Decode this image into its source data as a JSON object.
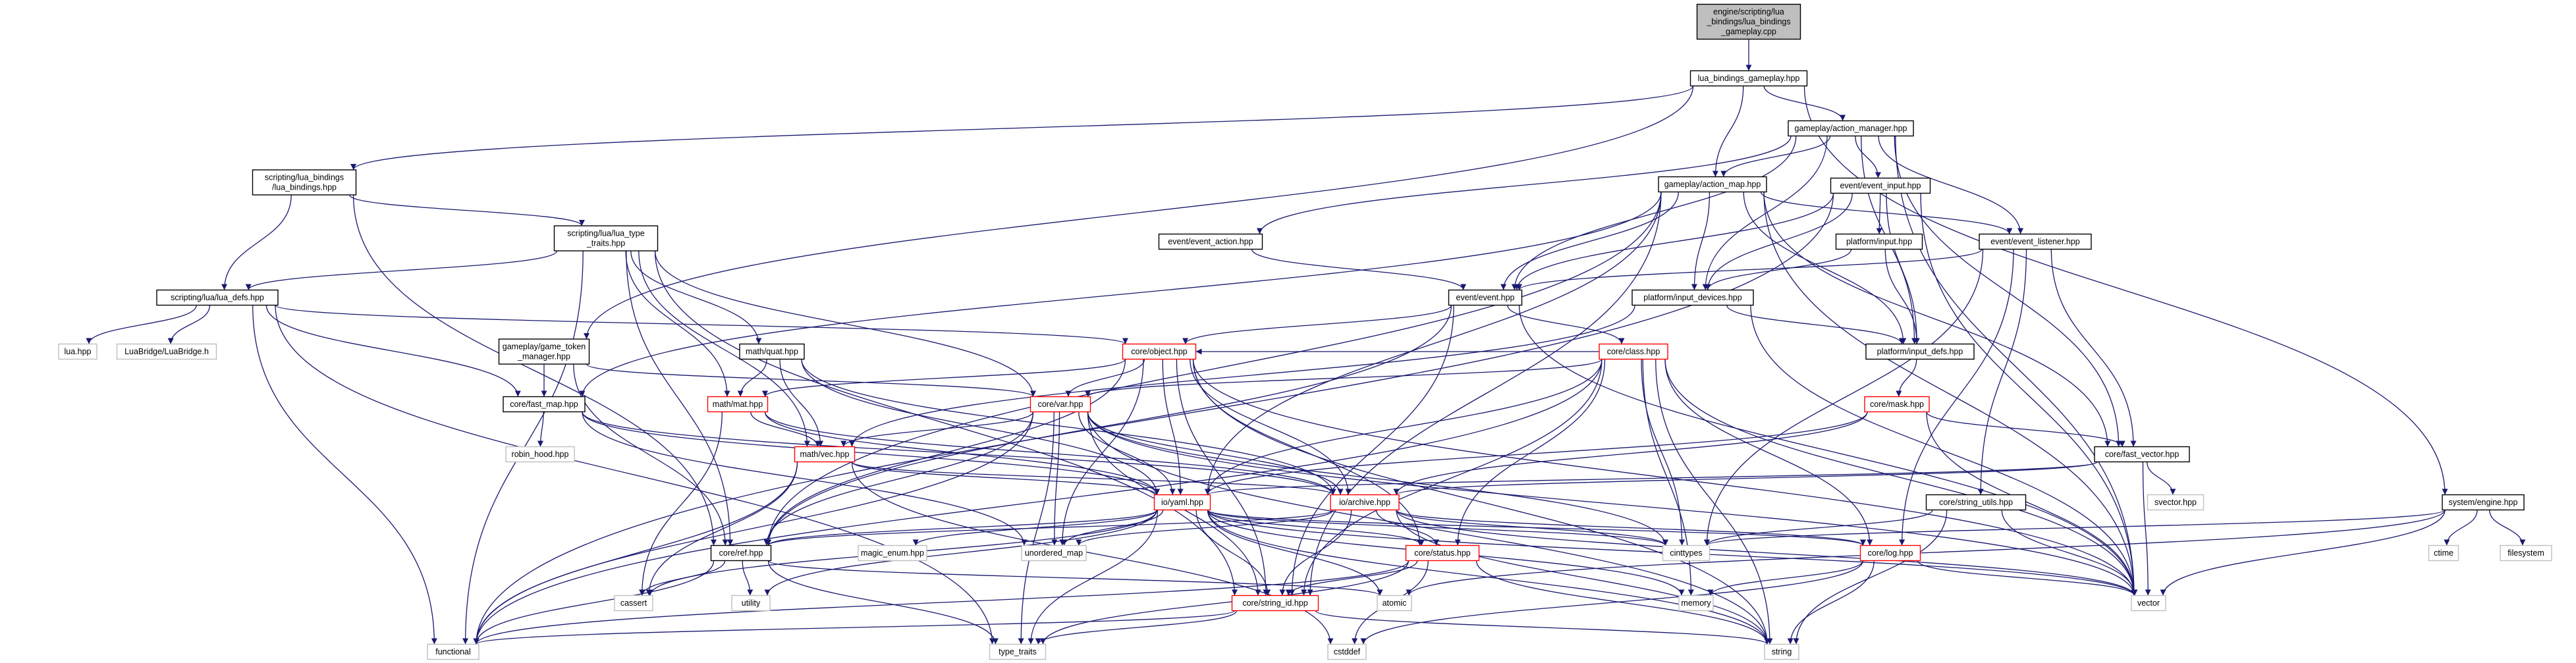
{
  "colors": {
    "edge": "#191970",
    "normal_border": "#000000",
    "truncated_border": "#ff0000",
    "external_border": "#bfbfbf",
    "root_fill": "#bfbfbf",
    "fill": "#ffffff"
  },
  "nodes": [
    {
      "id": "root",
      "lines": [
        "engine/scripting/lua",
        "_bindings/lua_bindings",
        "_gameplay.cpp"
      ],
      "kind": "root"
    },
    {
      "id": "lbg",
      "lines": [
        "lua_bindings_gameplay.hpp"
      ],
      "kind": "normal"
    },
    {
      "id": "am",
      "lines": [
        "gameplay/action_manager.hpp"
      ],
      "kind": "normal"
    },
    {
      "id": "slb",
      "lines": [
        "scripting/lua_bindings",
        "/lua_bindings.hpp"
      ],
      "kind": "normal"
    },
    {
      "id": "sltt",
      "lines": [
        "scripting/lua/lua_type",
        "_traits.hpp"
      ],
      "kind": "normal"
    },
    {
      "id": "amap",
      "lines": [
        "gameplay/action_map.hpp"
      ],
      "kind": "normal"
    },
    {
      "id": "eei",
      "lines": [
        "event/event_input.hpp"
      ],
      "kind": "normal"
    },
    {
      "id": "eea",
      "lines": [
        "event/event_action.hpp"
      ],
      "kind": "normal"
    },
    {
      "id": "pi",
      "lines": [
        "platform/input.hpp"
      ],
      "kind": "normal"
    },
    {
      "id": "eel",
      "lines": [
        "event/event_listener.hpp"
      ],
      "kind": "normal"
    },
    {
      "id": "sld",
      "lines": [
        "scripting/lua/lua_defs.hpp"
      ],
      "kind": "normal"
    },
    {
      "id": "ee",
      "lines": [
        "event/event.hpp"
      ],
      "kind": "normal"
    },
    {
      "id": "pid",
      "lines": [
        "platform/input_devices.hpp"
      ],
      "kind": "normal"
    },
    {
      "id": "luah",
      "lines": [
        "lua.hpp"
      ],
      "kind": "external"
    },
    {
      "id": "lbh",
      "lines": [
        "LuaBridge/LuaBridge.h"
      ],
      "kind": "external"
    },
    {
      "id": "gtm",
      "lines": [
        "gameplay/game_token",
        "_manager.hpp"
      ],
      "kind": "normal"
    },
    {
      "id": "mq",
      "lines": [
        "math/quat.hpp"
      ],
      "kind": "normal"
    },
    {
      "id": "co",
      "lines": [
        "core/object.hpp"
      ],
      "kind": "truncated"
    },
    {
      "id": "cc",
      "lines": [
        "core/class.hpp"
      ],
      "kind": "truncated"
    },
    {
      "id": "pidef",
      "lines": [
        "platform/input_defs.hpp"
      ],
      "kind": "normal"
    },
    {
      "id": "ctm",
      "lines": [
        "core/fast_map.hpp"
      ],
      "kind": "normal"
    },
    {
      "id": "mm",
      "lines": [
        "math/mat.hpp"
      ],
      "kind": "truncated"
    },
    {
      "id": "cv",
      "lines": [
        "core/var.hpp"
      ],
      "kind": "truncated"
    },
    {
      "id": "cm",
      "lines": [
        "core/mask.hpp"
      ],
      "kind": "truncated"
    },
    {
      "id": "rh",
      "lines": [
        "robin_hood.hpp"
      ],
      "kind": "external"
    },
    {
      "id": "mv",
      "lines": [
        "math/vec.hpp"
      ],
      "kind": "truncated"
    },
    {
      "id": "cfv",
      "lines": [
        "core/fast_vector.hpp"
      ],
      "kind": "normal"
    },
    {
      "id": "sv",
      "lines": [
        "svector.hpp"
      ],
      "kind": "external"
    },
    {
      "id": "csu",
      "lines": [
        "core/string_utils.hpp"
      ],
      "kind": "normal"
    },
    {
      "id": "se",
      "lines": [
        "system/engine.hpp"
      ],
      "kind": "normal"
    },
    {
      "id": "iy",
      "lines": [
        "io/yaml.hpp"
      ],
      "kind": "truncated"
    },
    {
      "id": "ia",
      "lines": [
        "io/archive.hpp"
      ],
      "kind": "truncated"
    },
    {
      "id": "cr",
      "lines": [
        "core/ref.hpp"
      ],
      "kind": "normal"
    },
    {
      "id": "me",
      "lines": [
        "magic_enum.hpp"
      ],
      "kind": "external"
    },
    {
      "id": "um",
      "lines": [
        "unordered_map"
      ],
      "kind": "external"
    },
    {
      "id": "cs",
      "lines": [
        "core/status.hpp"
      ],
      "kind": "truncated"
    },
    {
      "id": "cint",
      "lines": [
        "cinttypes"
      ],
      "kind": "external"
    },
    {
      "id": "cl",
      "lines": [
        "core/log.hpp"
      ],
      "kind": "truncated"
    },
    {
      "id": "ctime",
      "lines": [
        "ctime"
      ],
      "kind": "external"
    },
    {
      "id": "fs",
      "lines": [
        "filesystem"
      ],
      "kind": "external"
    },
    {
      "id": "ca",
      "lines": [
        "cassert"
      ],
      "kind": "external"
    },
    {
      "id": "ut",
      "lines": [
        "utility"
      ],
      "kind": "external"
    },
    {
      "id": "csid",
      "lines": [
        "core/string_id.hpp"
      ],
      "kind": "truncated"
    },
    {
      "id": "at",
      "lines": [
        "atomic"
      ],
      "kind": "external"
    },
    {
      "id": "mem",
      "lines": [
        "memory"
      ],
      "kind": "external"
    },
    {
      "id": "vec",
      "lines": [
        "vector"
      ],
      "kind": "external"
    },
    {
      "id": "fn",
      "lines": [
        "functional"
      ],
      "kind": "external"
    },
    {
      "id": "tt",
      "lines": [
        "type_traits"
      ],
      "kind": "external"
    },
    {
      "id": "cstd",
      "lines": [
        "cstddef"
      ],
      "kind": "external"
    },
    {
      "id": "str",
      "lines": [
        "string"
      ],
      "kind": "external"
    }
  ],
  "edges": [
    [
      "root",
      "lbg"
    ],
    [
      "lbg",
      "am"
    ],
    [
      "lbg",
      "slb"
    ],
    [
      "lbg",
      "amap"
    ],
    [
      "lbg",
      "gtm"
    ],
    [
      "lbg",
      "se"
    ],
    [
      "am",
      "amap"
    ],
    [
      "am",
      "eei"
    ],
    [
      "am",
      "eea"
    ],
    [
      "am",
      "eel"
    ],
    [
      "am",
      "ee"
    ],
    [
      "am",
      "pid"
    ],
    [
      "am",
      "pidef"
    ],
    [
      "am",
      "cfv"
    ],
    [
      "am",
      "vec"
    ],
    [
      "slb",
      "sltt"
    ],
    [
      "slb",
      "sld"
    ],
    [
      "slb",
      "cr"
    ],
    [
      "sltt",
      "sld"
    ],
    [
      "sltt",
      "mq"
    ],
    [
      "sltt",
      "mm"
    ],
    [
      "sltt",
      "mv"
    ],
    [
      "sltt",
      "cv"
    ],
    [
      "sltt",
      "cr"
    ],
    [
      "sltt",
      "fn"
    ],
    [
      "sltt",
      "csid"
    ],
    [
      "amap",
      "ee"
    ],
    [
      "amap",
      "pid"
    ],
    [
      "amap",
      "pidef"
    ],
    [
      "amap",
      "eel"
    ],
    [
      "amap",
      "iy"
    ],
    [
      "amap",
      "csid"
    ],
    [
      "amap",
      "ctm"
    ],
    [
      "amap",
      "cr"
    ],
    [
      "amap",
      "cfv"
    ],
    [
      "amap",
      "vec"
    ],
    [
      "eei",
      "pi"
    ],
    [
      "eei",
      "pid"
    ],
    [
      "eei",
      "pidef"
    ],
    [
      "eei",
      "ee"
    ],
    [
      "eei",
      "vec"
    ],
    [
      "eei",
      "fn"
    ],
    [
      "eea",
      "ee"
    ],
    [
      "pi",
      "pid"
    ],
    [
      "pi",
      "pidef"
    ],
    [
      "eel",
      "ee"
    ],
    [
      "eel",
      "cfv"
    ],
    [
      "eel",
      "csu"
    ],
    [
      "eel",
      "cl"
    ],
    [
      "eel",
      "cint"
    ],
    [
      "sld",
      "luah"
    ],
    [
      "sld",
      "lbh"
    ],
    [
      "sld",
      "co"
    ],
    [
      "sld",
      "ctm"
    ],
    [
      "sld",
      "fn"
    ],
    [
      "sld",
      "tt"
    ],
    [
      "ee",
      "co"
    ],
    [
      "ee",
      "cc"
    ],
    [
      "ee",
      "csid"
    ],
    [
      "ee",
      "cr"
    ],
    [
      "ee",
      "vec"
    ],
    [
      "pid",
      "pidef"
    ],
    [
      "pid",
      "mv"
    ],
    [
      "pid",
      "vec"
    ],
    [
      "gtm",
      "ctm"
    ],
    [
      "gtm",
      "cv"
    ],
    [
      "gtm",
      "cr"
    ],
    [
      "mq",
      "mm"
    ],
    [
      "mq",
      "mv"
    ],
    [
      "mq",
      "iy"
    ],
    [
      "mq",
      "ia"
    ],
    [
      "co",
      "cv"
    ],
    [
      "co",
      "iy"
    ],
    [
      "co",
      "ia"
    ],
    [
      "co",
      "cr"
    ],
    [
      "co",
      "cs"
    ],
    [
      "co",
      "csid"
    ],
    [
      "co",
      "um"
    ],
    [
      "co",
      "mm"
    ],
    [
      "co",
      "vec"
    ],
    [
      "co",
      "str"
    ],
    [
      "co",
      "cassert_dummy"
    ],
    [
      "cc",
      "cv"
    ],
    [
      "cc",
      "co"
    ],
    [
      "cc",
      "iy"
    ],
    [
      "cc",
      "cs"
    ],
    [
      "cc",
      "cl"
    ],
    [
      "cc",
      "csid"
    ],
    [
      "cc",
      "cint"
    ],
    [
      "cc",
      "mem"
    ],
    [
      "cc",
      "str"
    ],
    [
      "cc",
      "vec"
    ],
    [
      "cc",
      "fn"
    ],
    [
      "pidef",
      "cm"
    ],
    [
      "ctm",
      "rh"
    ],
    [
      "ctm",
      "iy"
    ],
    [
      "ctm",
      "ia"
    ],
    [
      "ctm",
      "um"
    ],
    [
      "mm",
      "mv"
    ],
    [
      "mm",
      "ca"
    ],
    [
      "mm",
      "iy"
    ],
    [
      "mm",
      "ia"
    ],
    [
      "cv",
      "mv"
    ],
    [
      "cv",
      "iy"
    ],
    [
      "cv",
      "ia"
    ],
    [
      "cv",
      "cr"
    ],
    [
      "cv",
      "csid"
    ],
    [
      "cv",
      "um"
    ],
    [
      "cv",
      "cint"
    ],
    [
      "cv",
      "str"
    ],
    [
      "cv",
      "vec"
    ],
    [
      "cv",
      "tt"
    ],
    [
      "cv",
      "fn"
    ],
    [
      "cm",
      "cfv"
    ],
    [
      "cm",
      "iy"
    ],
    [
      "cm",
      "ia"
    ],
    [
      "cm",
      "vec"
    ],
    [
      "mv",
      "iy"
    ],
    [
      "mv",
      "ia"
    ],
    [
      "mv",
      "ca"
    ],
    [
      "mv",
      "fn"
    ],
    [
      "mv",
      "cstd"
    ],
    [
      "cfv",
      "sv"
    ],
    [
      "cfv",
      "vec"
    ],
    [
      "cfv",
      "ia"
    ],
    [
      "cfv",
      "iy"
    ],
    [
      "csu",
      "vec"
    ],
    [
      "csu",
      "str"
    ],
    [
      "csu",
      "cint"
    ],
    [
      "se",
      "cint"
    ],
    [
      "se",
      "ctime"
    ],
    [
      "se",
      "fs"
    ],
    [
      "se",
      "vec"
    ],
    [
      "se",
      "at"
    ],
    [
      "iy",
      "cr"
    ],
    [
      "iy",
      "me"
    ],
    [
      "iy",
      "um"
    ],
    [
      "iy",
      "cs"
    ],
    [
      "iy",
      "cl"
    ],
    [
      "iy",
      "ca"
    ],
    [
      "iy",
      "ut"
    ],
    [
      "iy",
      "csid"
    ],
    [
      "iy",
      "cint"
    ],
    [
      "iy",
      "mem"
    ],
    [
      "iy",
      "vec"
    ],
    [
      "iy",
      "str"
    ],
    [
      "iy",
      "tt"
    ],
    [
      "iy",
      "at"
    ],
    [
      "ia",
      "cr"
    ],
    [
      "ia",
      "um"
    ],
    [
      "ia",
      "cs"
    ],
    [
      "ia",
      "cl"
    ],
    [
      "ia",
      "csid"
    ],
    [
      "ia",
      "cint"
    ],
    [
      "ia",
      "vec"
    ],
    [
      "ia",
      "str"
    ],
    [
      "cr",
      "ca"
    ],
    [
      "cr",
      "ut"
    ],
    [
      "cr",
      "at"
    ],
    [
      "cr",
      "tt"
    ],
    [
      "cr",
      "fn"
    ],
    [
      "cs",
      "csid"
    ],
    [
      "cs",
      "str"
    ],
    [
      "cs",
      "cstd"
    ],
    [
      "cs",
      "tt"
    ],
    [
      "cs",
      "fn"
    ],
    [
      "cl",
      "mem"
    ],
    [
      "cl",
      "str"
    ],
    [
      "cl",
      "vec"
    ],
    [
      "cl",
      "cstd"
    ],
    [
      "csid",
      "str"
    ],
    [
      "csid",
      "tt"
    ],
    [
      "csid",
      "fn"
    ]
  ]
}
